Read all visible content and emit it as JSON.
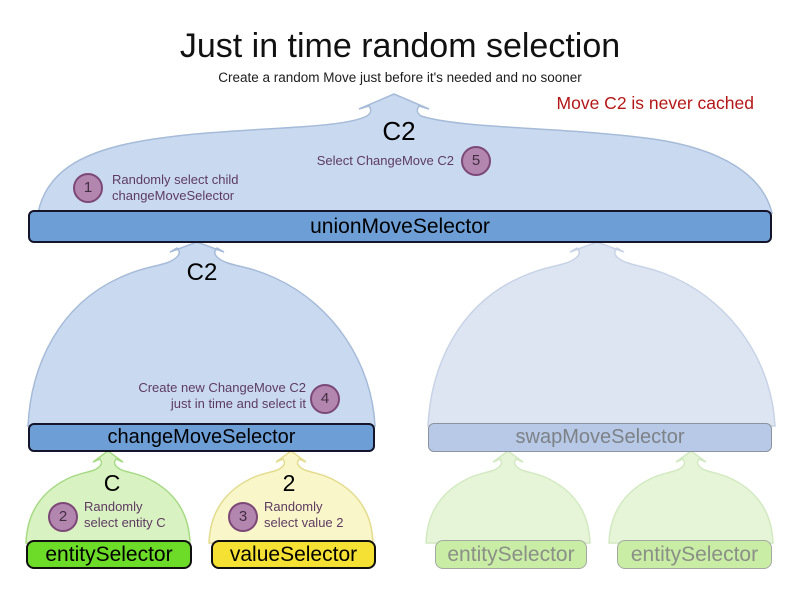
{
  "title": "Just in time random selection",
  "subtitle": "Create a random Move just before it's needed and no sooner",
  "note": "Move C2 is never cached",
  "selectors": {
    "union": "unionMoveSelector",
    "change": "changeMoveSelector",
    "swap": "swapMoveSelector",
    "entity": "entitySelector",
    "value": "valueSelector",
    "faded_entity_1": "entitySelector",
    "faded_entity_2": "entitySelector"
  },
  "moves": {
    "union_output": "C2",
    "change_output": "C2",
    "entity_output": "C",
    "value_output": "2"
  },
  "steps": [
    {
      "num": "1",
      "lines": [
        "Randomly select child",
        "changeMoveSelector"
      ]
    },
    {
      "num": "2",
      "lines": [
        "Randomly",
        "select entity C"
      ]
    },
    {
      "num": "3",
      "lines": [
        "Randomly",
        "select value 2"
      ]
    },
    {
      "num": "4",
      "lines": [
        "Create new ChangeMove C2",
        "just in time and select it"
      ]
    },
    {
      "num": "5",
      "lines": [
        "Select ChangeMove C2"
      ]
    }
  ],
  "colors": {
    "active_bar_blue": "#6d9ed6",
    "faded_bar_blue": "#b7c9e6",
    "funnel_blue": "#c9daf0",
    "faded_funnel_blue": "#dde5f2",
    "entity_green": "#6cdc28",
    "value_yellow": "#f5e133",
    "faded_green_bar": "#c9eda5",
    "badge_purple": "#b286ae",
    "annotation_purple": "#5e3a63",
    "note_red": "#b41717"
  }
}
